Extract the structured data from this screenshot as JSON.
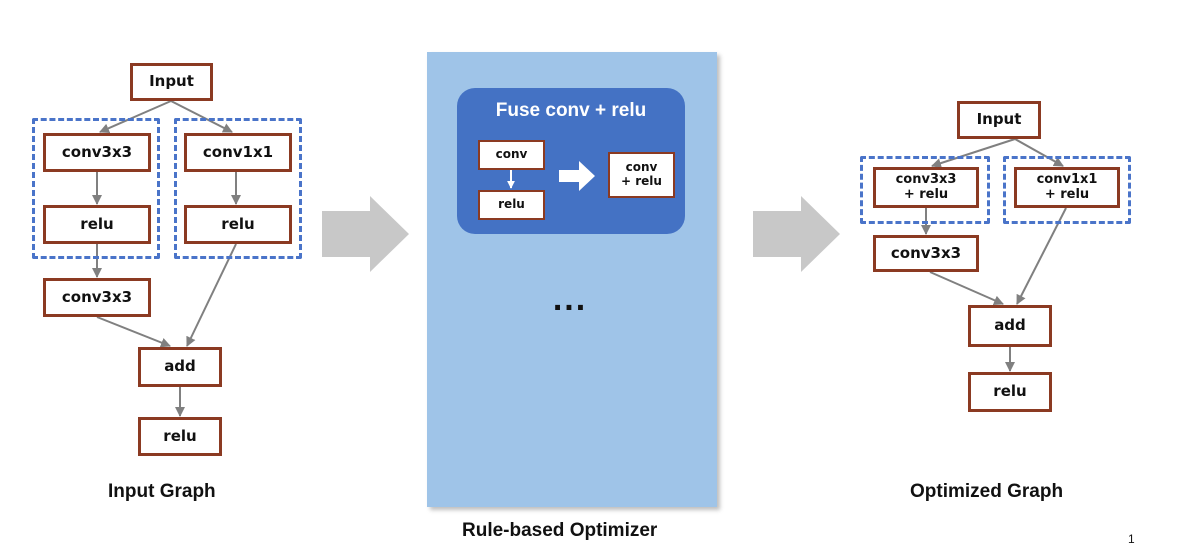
{
  "input_graph": {
    "caption": "Input Graph",
    "nodes": {
      "input": "Input",
      "conv3x3_a": "conv3x3",
      "conv1x1": "conv1x1",
      "relu_a": "relu",
      "relu_b": "relu",
      "conv3x3_b": "conv3x3",
      "add": "add",
      "relu_out": "relu"
    }
  },
  "optimizer": {
    "caption": "Rule-based Optimizer",
    "rule_title": "Fuse conv + relu",
    "rule_before": [
      "conv",
      "relu"
    ],
    "rule_after": "conv\n+ relu",
    "ellipsis": "..."
  },
  "optimized_graph": {
    "caption": "Optimized Graph",
    "nodes": {
      "input": "Input",
      "conv3x3_relu": "conv3x3\n+ relu",
      "conv1x1_relu": "conv1x1\n+ relu",
      "conv3x3": "conv3x3",
      "add": "add",
      "relu": "relu"
    }
  },
  "page_number": "1",
  "colors": {
    "node_border": "#8b3a22",
    "group_dash": "#4a74c9",
    "panel": "#9fc4e8",
    "rule_card": "#4472c4",
    "edge": "#808080",
    "big_arrow": "#c8c8c8"
  }
}
